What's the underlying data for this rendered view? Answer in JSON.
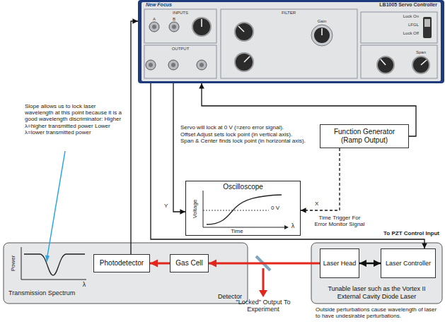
{
  "diagram": {
    "nodes": [
      {
        "text": [
          "LB1005 Servo Controller"
        ]
      },
      {
        "text": [
          "Function Generator (Ramp Output)"
        ]
      },
      {
        "text": [
          "Oscilloscope"
        ]
      },
      {
        "text": [
          "Detector"
        ]
      },
      {
        "text": [
          "Photodetector"
        ],
        "in": 3
      },
      {
        "text": [
          "Gas Cell"
        ],
        "in": 3
      },
      {
        "text": [
          "Tunable laser such as the Vortex II External Cavity Diode Laser"
        ]
      },
      {
        "text": [
          "Laser Head"
        ],
        "in": 6
      },
      {
        "text": [
          "Laser Controller"
        ],
        "in": 6
      }
    ],
    "edges": [
      {
        "from": 4,
        "to": 0,
        "arrow": "to"
      },
      {
        "from": 0,
        "to": 2,
        "label": "Y",
        "arrow": "to"
      },
      {
        "from": 1,
        "to": 0,
        "arrow": "to"
      },
      {
        "from": 1,
        "to": 2,
        "label": "X",
        "arrow": "to"
      },
      {
        "from": 0,
        "to": 8,
        "label": "To PZT Control Input",
        "arrow": "to"
      },
      {
        "from": 7,
        "to": 8,
        "arrow": "both"
      },
      {
        "from": 7,
        "to": 5,
        "arrow": "to"
      },
      {
        "from": 5,
        "to": 4,
        "arrow": "to"
      }
    ],
    "labels": [
      "New Focus",
      "INPUTS",
      "A",
      "B",
      "FILTER",
      "Gain",
      "Lock On",
      "LFGL",
      "Lock Off",
      "OUTPUT",
      "Span",
      "Servo will lock at 0 V (=zero error signal).",
      "Offset Adjust sets lock point (in vertical axis).",
      "Span & Center finds lock point (in horizontal axis).",
      "Voltage",
      "Time",
      "λ",
      "0 V",
      "Time Trigger For Error Monitor Signal",
      "Slope allows us to lock laser wavelength at this point because it is a good wavelength discriminator: Higher λ=higher transmitted power Lower λ=lower transmitted power",
      "Power",
      "λ",
      "Transmission Spectrum",
      "\"Locked\" Output To Experiment",
      "Outside perturbations cause wavelength of laser to have undesirable perturbations."
    ]
  }
}
